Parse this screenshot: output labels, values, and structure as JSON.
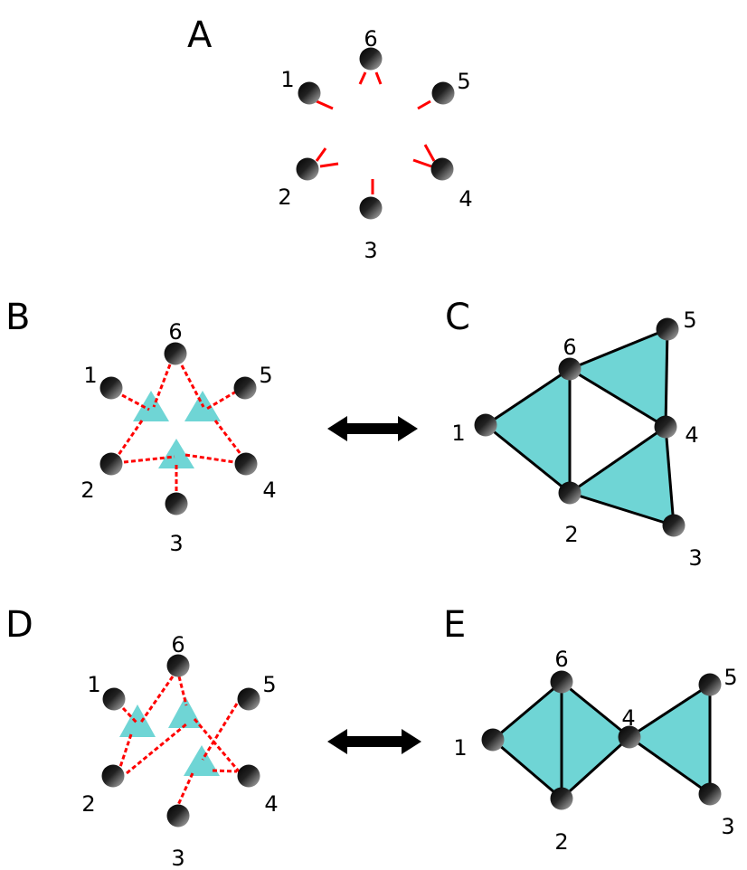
{
  "colors": {
    "node": "#000000",
    "bond": "#ff0000",
    "triangle": "#6fd5d5",
    "edge": "#000000",
    "arrow": "#000000"
  },
  "panels": {
    "A": {
      "label": "A",
      "nodes": [
        "1",
        "2",
        "3",
        "4",
        "5",
        "6"
      ]
    },
    "B": {
      "label": "B",
      "nodes": [
        "1",
        "2",
        "3",
        "4",
        "5",
        "6"
      ]
    },
    "C": {
      "label": "C",
      "nodes": [
        "1",
        "2",
        "3",
        "4",
        "5",
        "6"
      ]
    },
    "D": {
      "label": "D",
      "nodes": [
        "1",
        "2",
        "3",
        "4",
        "5",
        "6"
      ]
    },
    "E": {
      "label": "E",
      "nodes": [
        "1",
        "2",
        "3",
        "4",
        "5",
        "6"
      ]
    }
  },
  "arrows": [
    {
      "icon": "double-arrow-icon",
      "between": [
        "B",
        "C"
      ]
    },
    {
      "icon": "double-arrow-icon",
      "between": [
        "D",
        "E"
      ]
    }
  ]
}
